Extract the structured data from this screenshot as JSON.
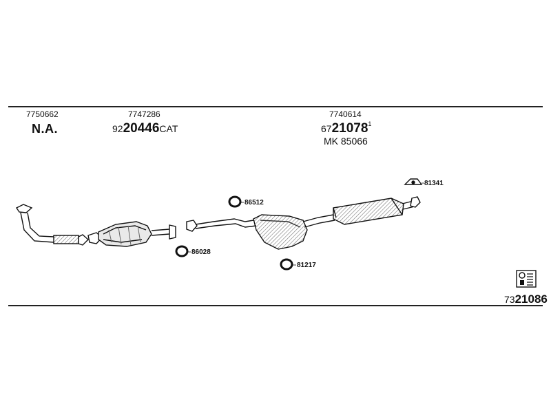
{
  "header_line": {
    "color": "#222222"
  },
  "columns": [
    {
      "ref": "7750662",
      "label": "N.A."
    },
    {
      "ref": "7747286",
      "prefix": "92",
      "main": "20446",
      "suffix": "CAT"
    },
    {
      "ref": "7740614",
      "prefix": "67",
      "main": "21078",
      "sup": "1",
      "sub": "MK 85066"
    }
  ],
  "callouts": {
    "ring_86028": "86028",
    "ring_86512": "86512",
    "ring_81217": "81217",
    "hanger_81341": "81341"
  },
  "footer": {
    "prefix": "73",
    "main": "21086",
    "icon": "instruction-sheet-icon"
  }
}
